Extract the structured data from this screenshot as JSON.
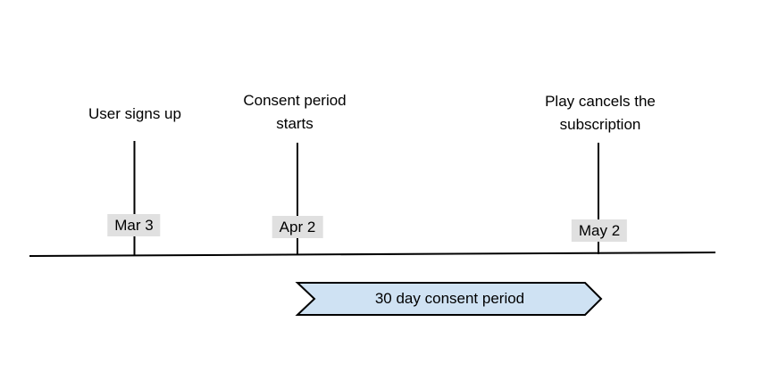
{
  "events": [
    {
      "title": "User signs up",
      "date": "Mar 3"
    },
    {
      "title": "Consent period starts",
      "date": "Apr 2"
    },
    {
      "title": "Play cancels the subscription",
      "date": "May 2"
    }
  ],
  "banner": {
    "label": "30 day consent period",
    "fill": "#cfe2f3",
    "stroke": "#000000"
  },
  "colors": {
    "line": "#000000",
    "date_label_bg": "#e0e0e0",
    "text": "#000000"
  }
}
